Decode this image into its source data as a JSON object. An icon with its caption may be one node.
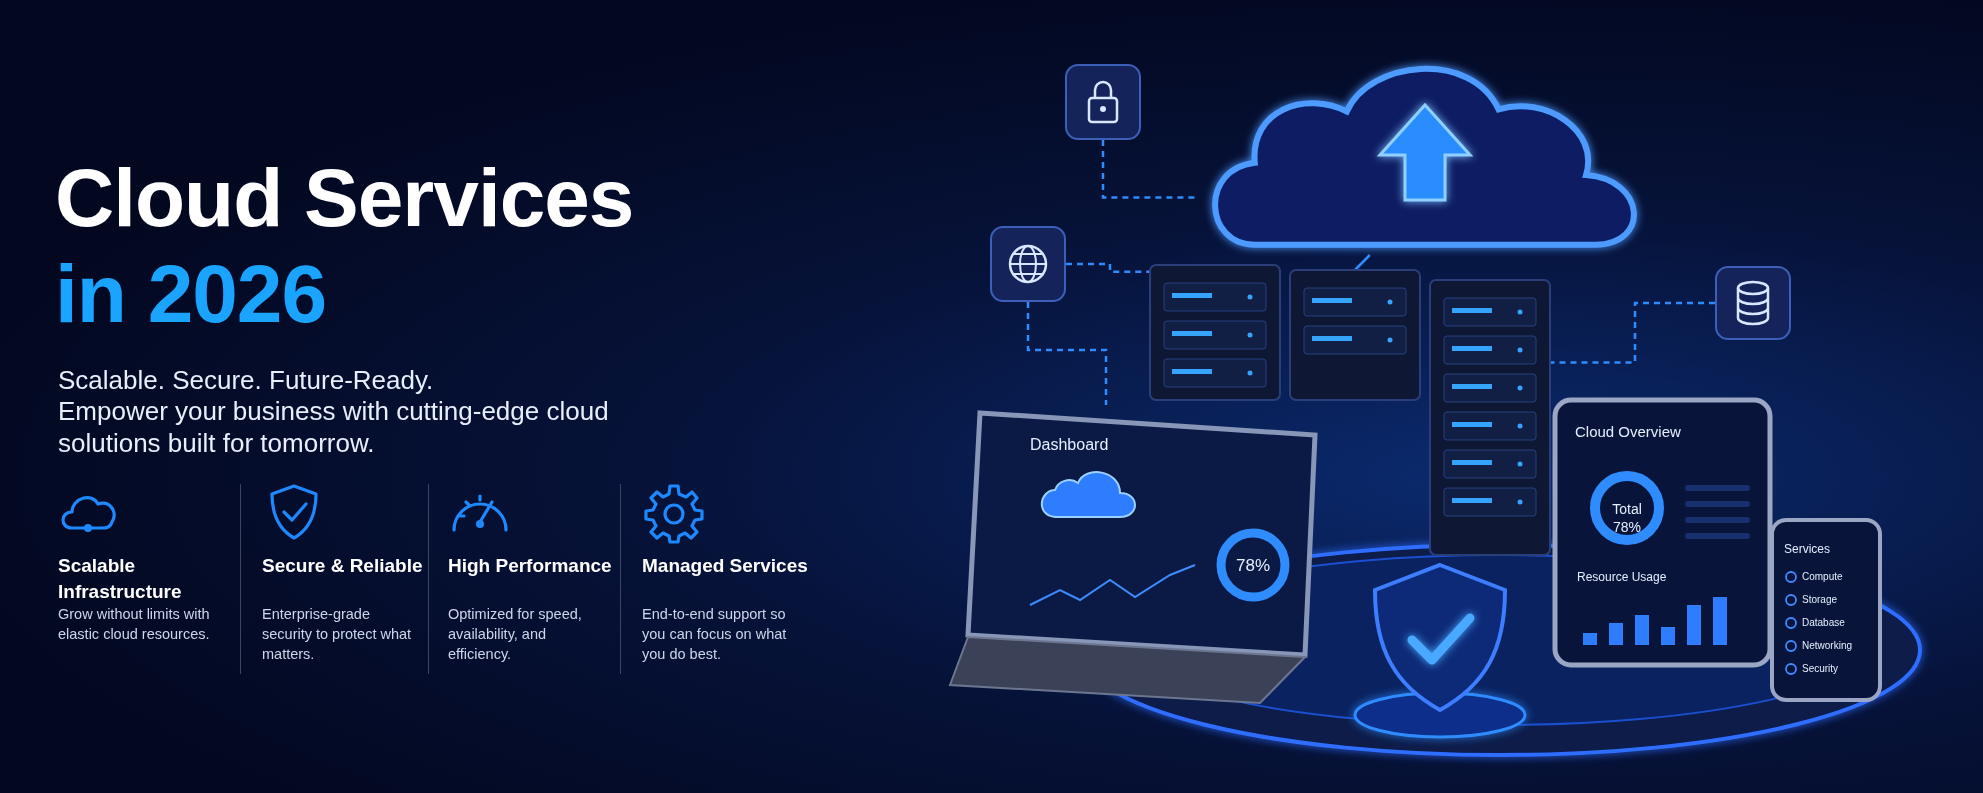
{
  "diagram": {
    "title": "Cloud Services in 2026",
    "nodes": [
      {
        "text": [],
        "shape": "picture"
      },
      {
        "text": [],
        "shape": "picture"
      },
      {
        "text": [],
        "shape": "picture"
      },
      {
        "text": [],
        "shape": "cloud"
      },
      {
        "text": [],
        "shape": "picture"
      },
      {
        "text": [],
        "shape": "picture"
      },
      {
        "text": [],
        "shape": "picture"
      },
      {
        "text": [
          "Dashboard",
          "78%"
        ]
      },
      {
        "text": [
          "Cloud Overview",
          "Total 78%",
          "Resource Usage"
        ]
      },
      {
        "text": [
          "Services",
          "Compute",
          "Storage",
          "Database",
          "Networking",
          "Security"
        ]
      }
    ],
    "edges": [
      {
        "from": 0,
        "to": 3,
        "arrow": "none",
        "style": "dashed"
      },
      {
        "from": 1,
        "to": 4,
        "arrow": "none",
        "style": "dashed"
      },
      {
        "from": 1,
        "to": 7,
        "arrow": "none",
        "style": "dashed"
      },
      {
        "from": 2,
        "to": 6,
        "arrow": "none",
        "style": "dashed"
      },
      {
        "from": 3,
        "to": 5,
        "arrow": "none"
      }
    ],
    "labels": [
      "Scalable. Secure. Future-Ready.",
      "Empower your business with cutting-edge cloud solutions built for tomorrow.",
      "Scalable Infrastructure",
      "Grow without limits with elastic cloud resources.",
      "Secure & Reliable",
      "Enterprise-grade security to protect what matters.",
      "High Performance",
      "Optimized for speed, availability, and efficiency.",
      "Managed Services",
      "End-to-end support so you can focus on what you do best."
    ]
  }
}
